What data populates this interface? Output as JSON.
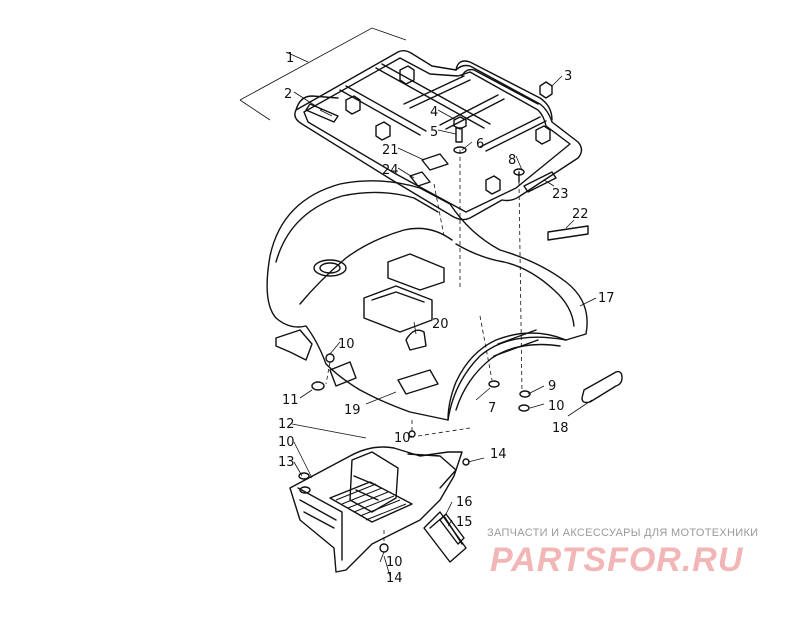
{
  "callouts": [
    "1",
    "2",
    "3",
    "4",
    "5",
    "6",
    "21",
    "8",
    "24",
    "23",
    "22",
    "17",
    "20",
    "10",
    "7",
    "9",
    "10",
    "11",
    "19",
    "18",
    "12",
    "10",
    "14",
    "10",
    "13",
    "16",
    "15",
    "10",
    "14"
  ],
  "watermark": {
    "caption": "ЗАПЧАСТИ И АКСЕССУАРЫ ДЛЯ МОТОТЕХНИКИ",
    "logo": "PARTSFOR.RU",
    "color": "#f2b6b6"
  }
}
